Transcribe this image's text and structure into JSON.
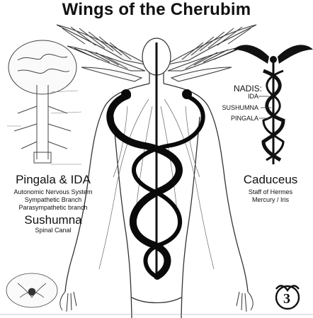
{
  "title": "Wings of the Cherubim",
  "left_panel": {
    "heading": "Pingala & IDA",
    "lines": [
      "Autonomic Nervous System",
      "Sympathetic Branch",
      "Parasympathetic branch"
    ],
    "subheading": "Sushumna",
    "subline": "Spinal Canal"
  },
  "right_panel": {
    "nadis_heading": "NADIS:",
    "nadis": [
      "IDA",
      "SUSHUMNA",
      "PINGALA"
    ],
    "heading": "Caduceus",
    "lines": [
      "Staff of Hermes",
      "Mercury / Iris"
    ]
  },
  "glyph": "3",
  "colors": {
    "ink": "#111111",
    "snake": "#0a0a0a",
    "line": "#555555"
  }
}
